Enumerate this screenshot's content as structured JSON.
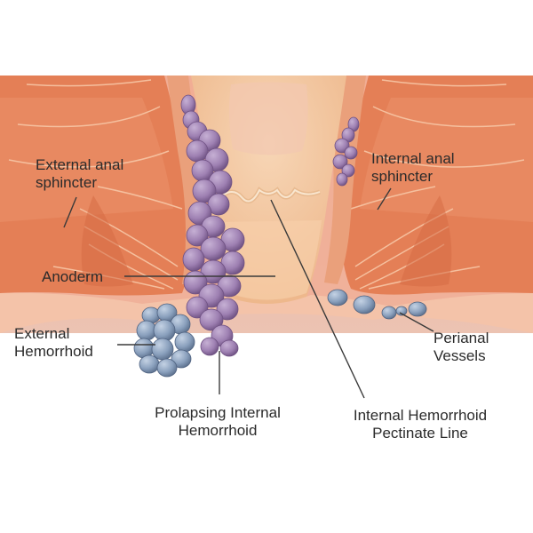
{
  "labels": {
    "external_anal_sphincter": [
      "External anal",
      "sphincter"
    ],
    "internal_anal_sphincter": [
      "Internal anal",
      "sphincter"
    ],
    "anoderm": "Anoderm",
    "external_hemorrhoid": [
      "External",
      "Hemorrhoid"
    ],
    "perianal_vessels": [
      "Perianal",
      "Vessels"
    ],
    "prolapsing_internal_hemorrhoid": [
      "Prolapsing Internal",
      "Hemorrhoid"
    ],
    "internal_hemorrhoid_pectinate_line": [
      "Internal Hemorrhoid",
      "Pectinate Line"
    ]
  },
  "colors": {
    "muscle": "#e8845a",
    "muscle_dark": "#c9623c",
    "canal": "#f4c79a",
    "canal_inner": "#eab38a",
    "vein": "#a88bb8",
    "vein_dark": "#7d6190",
    "external_vein": "#8ea3bf",
    "leader_line": "#3a3a3a"
  }
}
